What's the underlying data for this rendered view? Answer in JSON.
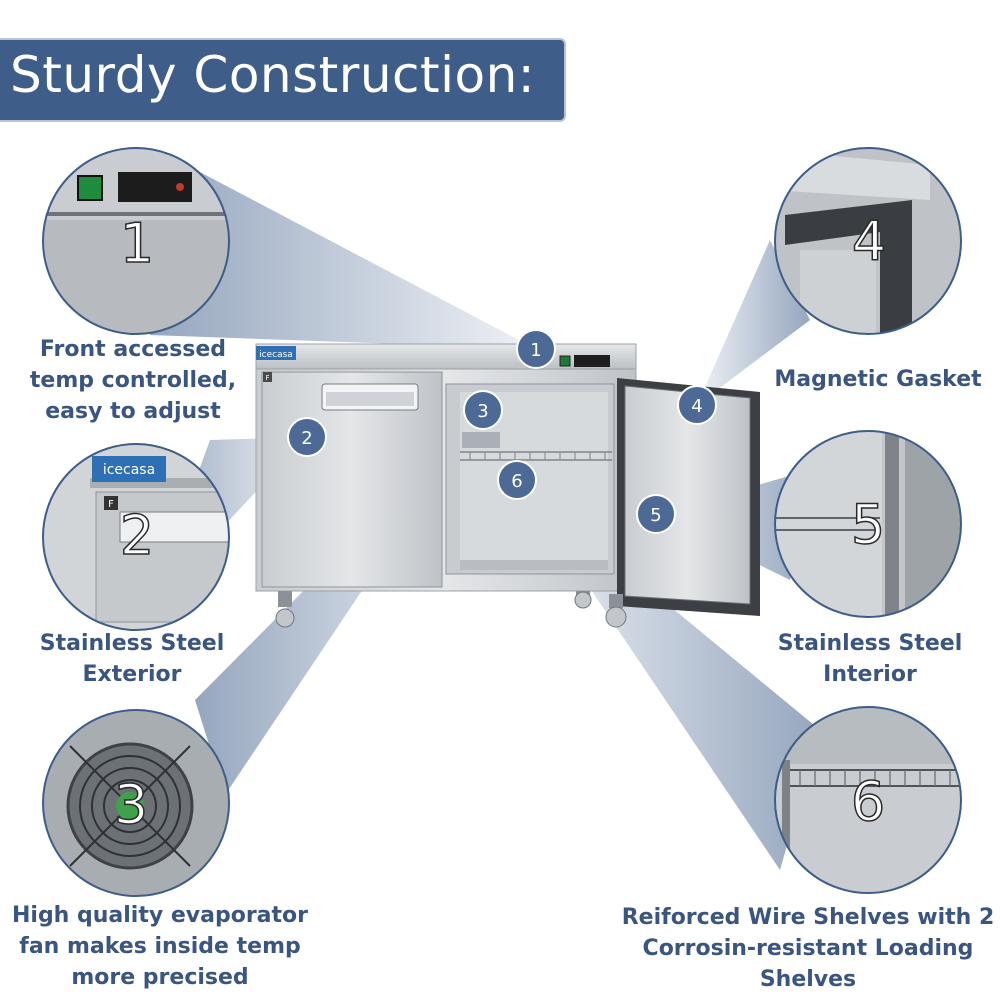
{
  "title": "Sturdy Construction:",
  "brand": "icecasa",
  "door_mark": "F",
  "colors": {
    "accent": "#3e5d89",
    "caption": "#3a5580",
    "steel_light": "#d9dcdf",
    "steel_dark": "#9a9fa5"
  },
  "markers": [
    "1",
    "2",
    "3",
    "4",
    "5",
    "6"
  ],
  "features": [
    {
      "number": "1",
      "lines": [
        "Front accessed",
        "temp controlled,",
        "easy to adjust"
      ]
    },
    {
      "number": "2",
      "lines": [
        "Stainless Steel",
        "Exterior"
      ]
    },
    {
      "number": "3",
      "lines": [
        "High quality evaporator",
        "fan makes inside temp",
        "more precised"
      ]
    },
    {
      "number": "4",
      "lines": [
        "Magnetic Gasket"
      ]
    },
    {
      "number": "5",
      "lines": [
        "Stainless Steel",
        "Interior"
      ]
    },
    {
      "number": "6",
      "lines": [
        "Reiforced Wire Shelves with 2",
        "Corrosin-resistant Loading",
        "Shelves"
      ]
    }
  ]
}
